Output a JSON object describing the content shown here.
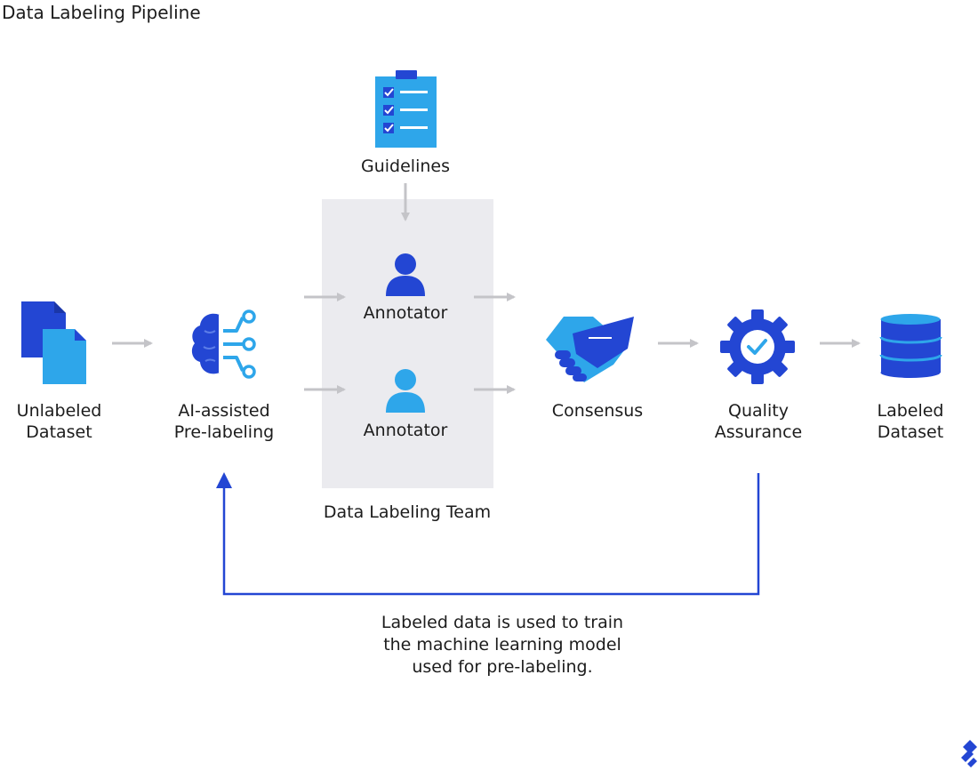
{
  "title": "Data Labeling Pipeline",
  "nodes": {
    "guidelines": {
      "label": "Guidelines",
      "icon": "clipboard-checklist-icon"
    },
    "unlabeled": {
      "lines": [
        "Unlabeled",
        "Dataset"
      ],
      "icon": "documents-icon"
    },
    "prelabel": {
      "lines": [
        "AI-assisted",
        "Pre-labeling"
      ],
      "icon": "ai-brain-icon"
    },
    "annotator1": {
      "label": "Annotator",
      "icon": "person-icon"
    },
    "annotator2": {
      "label": "Annotator",
      "icon": "person-icon"
    },
    "team": {
      "label": "Data Labeling Team"
    },
    "consensus": {
      "label": "Consensus",
      "icon": "handshake-icon"
    },
    "qa": {
      "lines": [
        "Quality",
        "Assurance"
      ],
      "icon": "gear-check-icon"
    },
    "labeled": {
      "lines": [
        "Labeled",
        "Dataset"
      ],
      "icon": "database-icon"
    }
  },
  "feedback_note": {
    "lines": [
      "Labeled data is used to train",
      "the machine learning model",
      "used for pre-labeling."
    ]
  },
  "colors": {
    "dark_blue": "#2346d3",
    "light_blue": "#2ea6ea",
    "team_bg": "#ebebef",
    "arrow_gray": "#c4c4c8",
    "feedback_line": "#2346d3"
  }
}
